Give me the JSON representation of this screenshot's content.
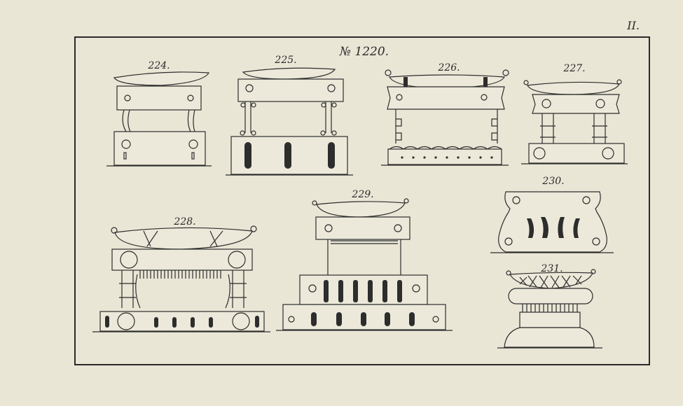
{
  "plate": {
    "number": "II.",
    "title": "№ 1220."
  },
  "figures": [
    {
      "label": "224."
    },
    {
      "label": "225."
    },
    {
      "label": "226."
    },
    {
      "label": "227."
    },
    {
      "label": "228."
    },
    {
      "label": "229."
    },
    {
      "label": "230."
    },
    {
      "label": "231."
    }
  ],
  "colors": {
    "paper": "#e9e6d6",
    "ink": "#2d2d2d"
  }
}
